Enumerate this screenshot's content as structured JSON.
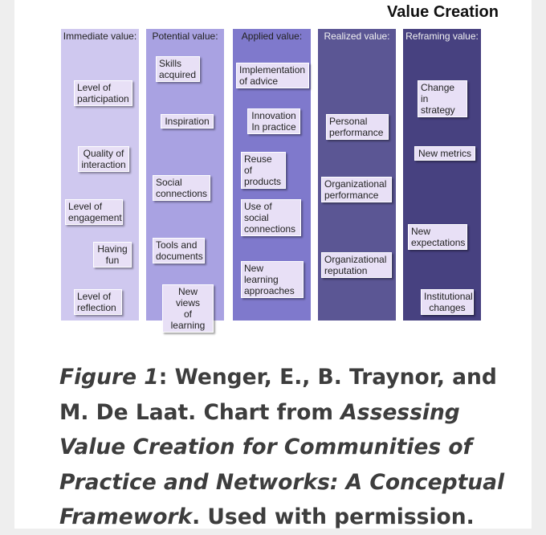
{
  "figure": {
    "title": "Value Creation",
    "colors": {
      "col1": "#cfc8ef",
      "col2": "#a9a2e2",
      "col3": "#7f79cc",
      "col4": "#5b5694",
      "col5": "#474180",
      "box": "#e8e0f6"
    },
    "columns": [
      {
        "header": "Immediate value:",
        "items": [
          "Level of\nparticipation",
          "Quality of\ninteraction",
          "Level of\nengagement",
          "Having\nfun",
          "Level of\nreflection"
        ]
      },
      {
        "header": "Potential value:",
        "items": [
          "Skills\nacquired",
          "Inspiration",
          "Social\nconnections",
          "Tools and\ndocuments",
          "New views\nof learning"
        ]
      },
      {
        "header": "Applied value:",
        "items": [
          "Implementation\nof advice",
          "Innovation\nIn practice",
          "Reuse of\nproducts",
          "Use of social\nconnections",
          "New learning\napproaches"
        ]
      },
      {
        "header": "Realized value:",
        "items": [
          "Personal\nperformance",
          "Organizational\nperformance",
          "Organizational\nreputation"
        ]
      },
      {
        "header": "Reframing value:",
        "items": [
          "Change in\nstrategy",
          "New metrics",
          "New\nexpectations",
          "Institutional\nchanges"
        ]
      }
    ]
  },
  "caption": {
    "figure_label": "Figure 1",
    "sep": ": ",
    "authors": "Wenger, E., B. Traynor, and M. De Laat. Chart from ",
    "source_title": "Assessing Value Creation for Communities of Practice and Networks: A Conceptual Framework",
    "ending": ". Used with permission."
  }
}
